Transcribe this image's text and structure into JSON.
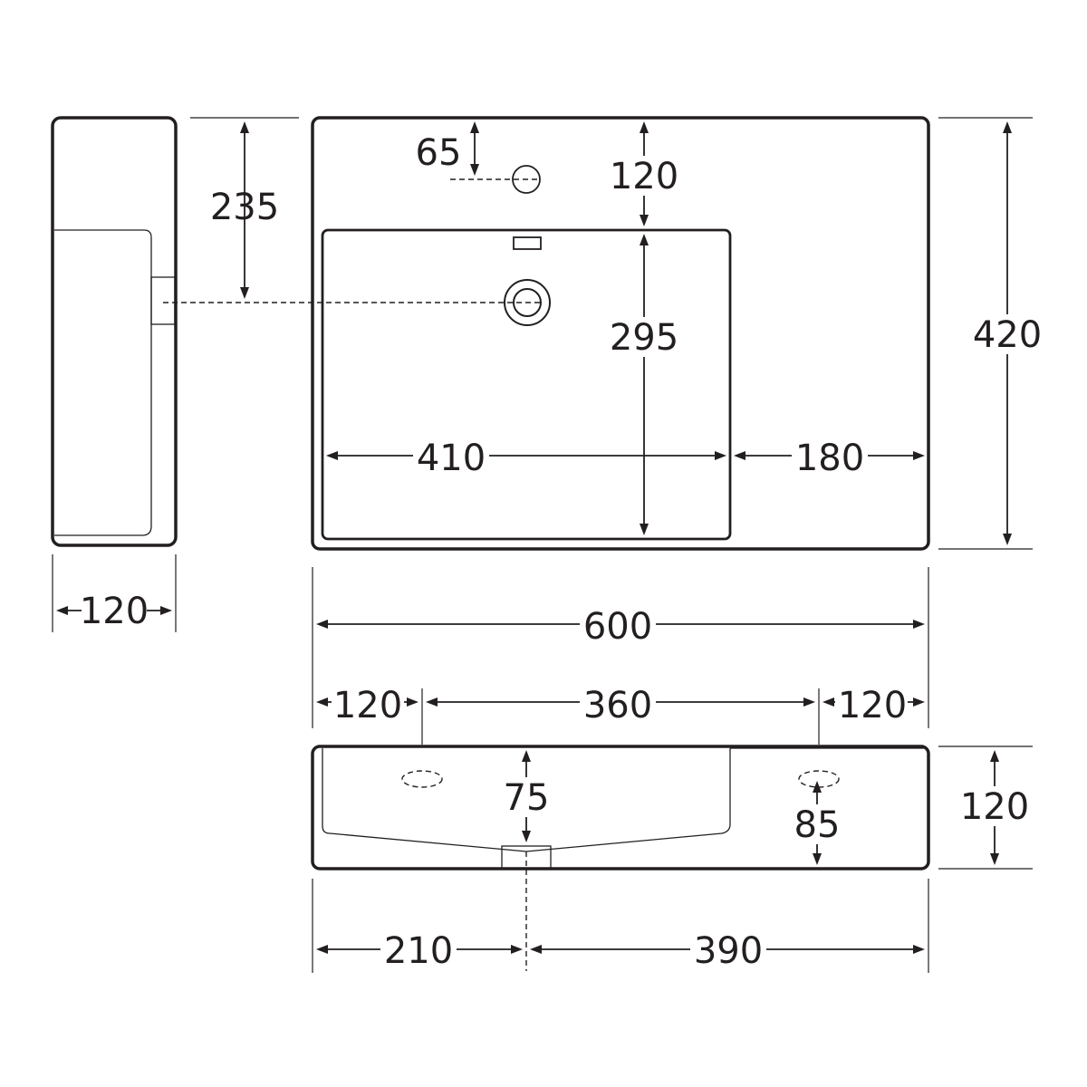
{
  "dimensions": {
    "side_depth_width": "120",
    "side_waste_height": "235",
    "tap_hole_offset": "65",
    "deck_depth": "120",
    "bowl_depth": "295",
    "overall_depth": "420",
    "bowl_width": "410",
    "deck_width": "180",
    "overall_width": "600",
    "bracket_left": "120",
    "bracket_spacing": "360",
    "bracket_right": "120",
    "bowl_height": "75",
    "bracket_height": "85",
    "overall_height": "120",
    "waste_from_left": "210",
    "waste_from_right": "390"
  }
}
